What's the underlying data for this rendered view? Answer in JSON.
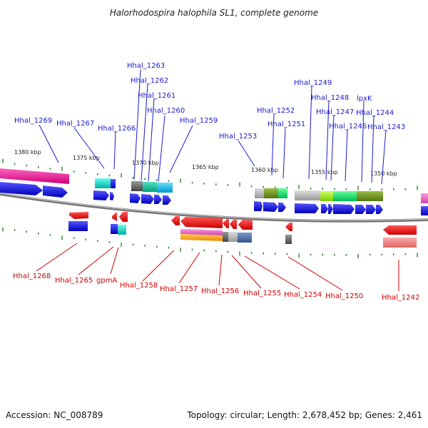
{
  "title": "Halorhodospira halophila SL1, complete genome",
  "footer": {
    "accession": "Accession: NC_008789",
    "summary": "Topology: circular; Length: 2,678,452 bp; Genes: 2,461"
  },
  "scale": {
    "kbp_labels": [
      "1380 kbp",
      "1375 kbp",
      "1370 kbp",
      "1365 kbp",
      "1360 kbp",
      "1355 kbp",
      "1350 kbp"
    ]
  },
  "top_labels": [
    "Hhal_1263",
    "Hhal_1262",
    "Hhal_1261",
    "Hhal_1260",
    "Hhal_1259",
    "Hhal_1269",
    "Hhal_1267",
    "Hhal_1266",
    "Hhal_1252",
    "Hhal_1251",
    "Hhal_1253",
    "Hhal_1249",
    "Hhal_1248",
    "Hhal_1247",
    "Hhal_1246",
    "lpxK",
    "Hhal_1244",
    "Hhal_1243"
  ],
  "bottom_labels": [
    "Hhal_1268",
    "Hhal_1265",
    "gpmA",
    "Hhal_1258",
    "Hhal_1257",
    "Hhal_1256",
    "Hhal_1255",
    "Hhal_1254",
    "Hhal_1250",
    "Hhal_1242"
  ],
  "colors": {
    "forward_gene": "#0000ee",
    "reverse_gene": "#ee0000",
    "backbone": "#888888",
    "tick": "#2a8a2a",
    "label_forward": "#1a1ad0",
    "label_reverse": "#d00000"
  }
}
